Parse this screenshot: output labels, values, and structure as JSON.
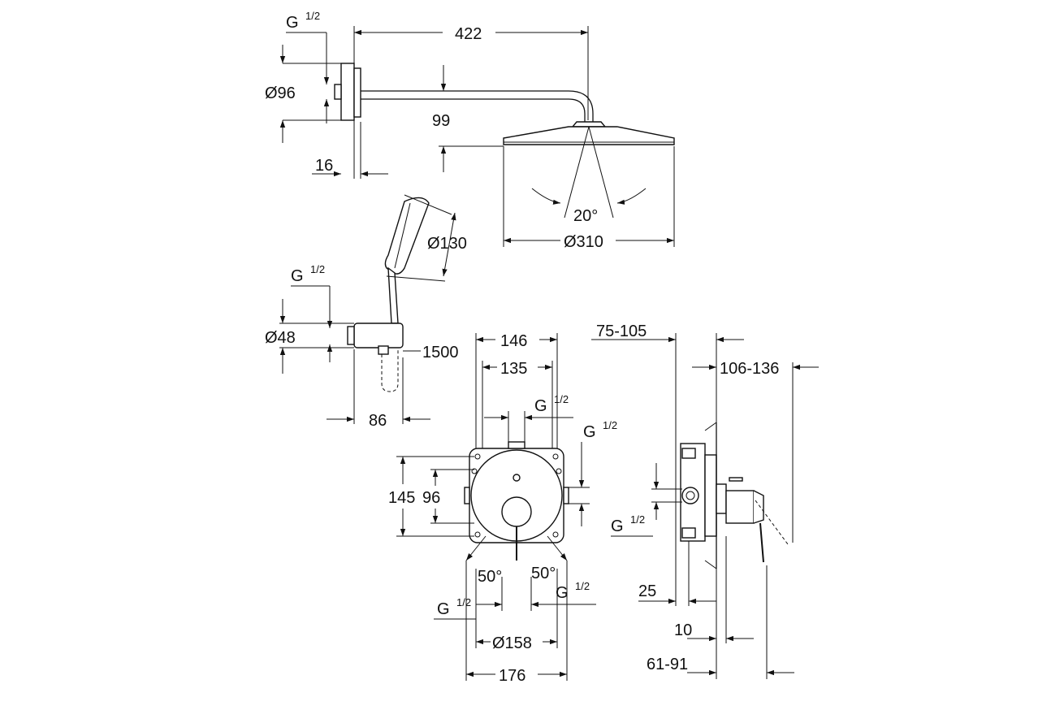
{
  "labels": {
    "g_half_1": "G",
    "g_half_1_frac": "1/2",
    "d96": "Ø96",
    "d422": "422",
    "d99": "99",
    "d16": "16",
    "d20deg": "20°",
    "d310": "Ø310",
    "d130": "Ø130",
    "g_half_2": "G",
    "g_half_2_frac": "1/2",
    "d48": "Ø48",
    "d1500": "1500",
    "d86": "86",
    "d146": "146",
    "d135": "135",
    "g_half_3": "G",
    "g_half_3_frac": "1/2",
    "g_half_4": "G",
    "g_half_4_frac": "1/2",
    "d145": "145",
    "d96b": "96",
    "d50a": "50°",
    "d50b": "50°",
    "g_half_5": "G",
    "g_half_5_frac": "1/2",
    "g_half_6": "G",
    "g_half_6_frac": "1/2",
    "d158": "Ø158",
    "d176": "176",
    "d75_105": "75-105",
    "d106_136": "106-136",
    "g_half_7": "G",
    "g_half_7_frac": "1/2",
    "d25": "25",
    "d10": "10",
    "d61_91": "61-91"
  }
}
